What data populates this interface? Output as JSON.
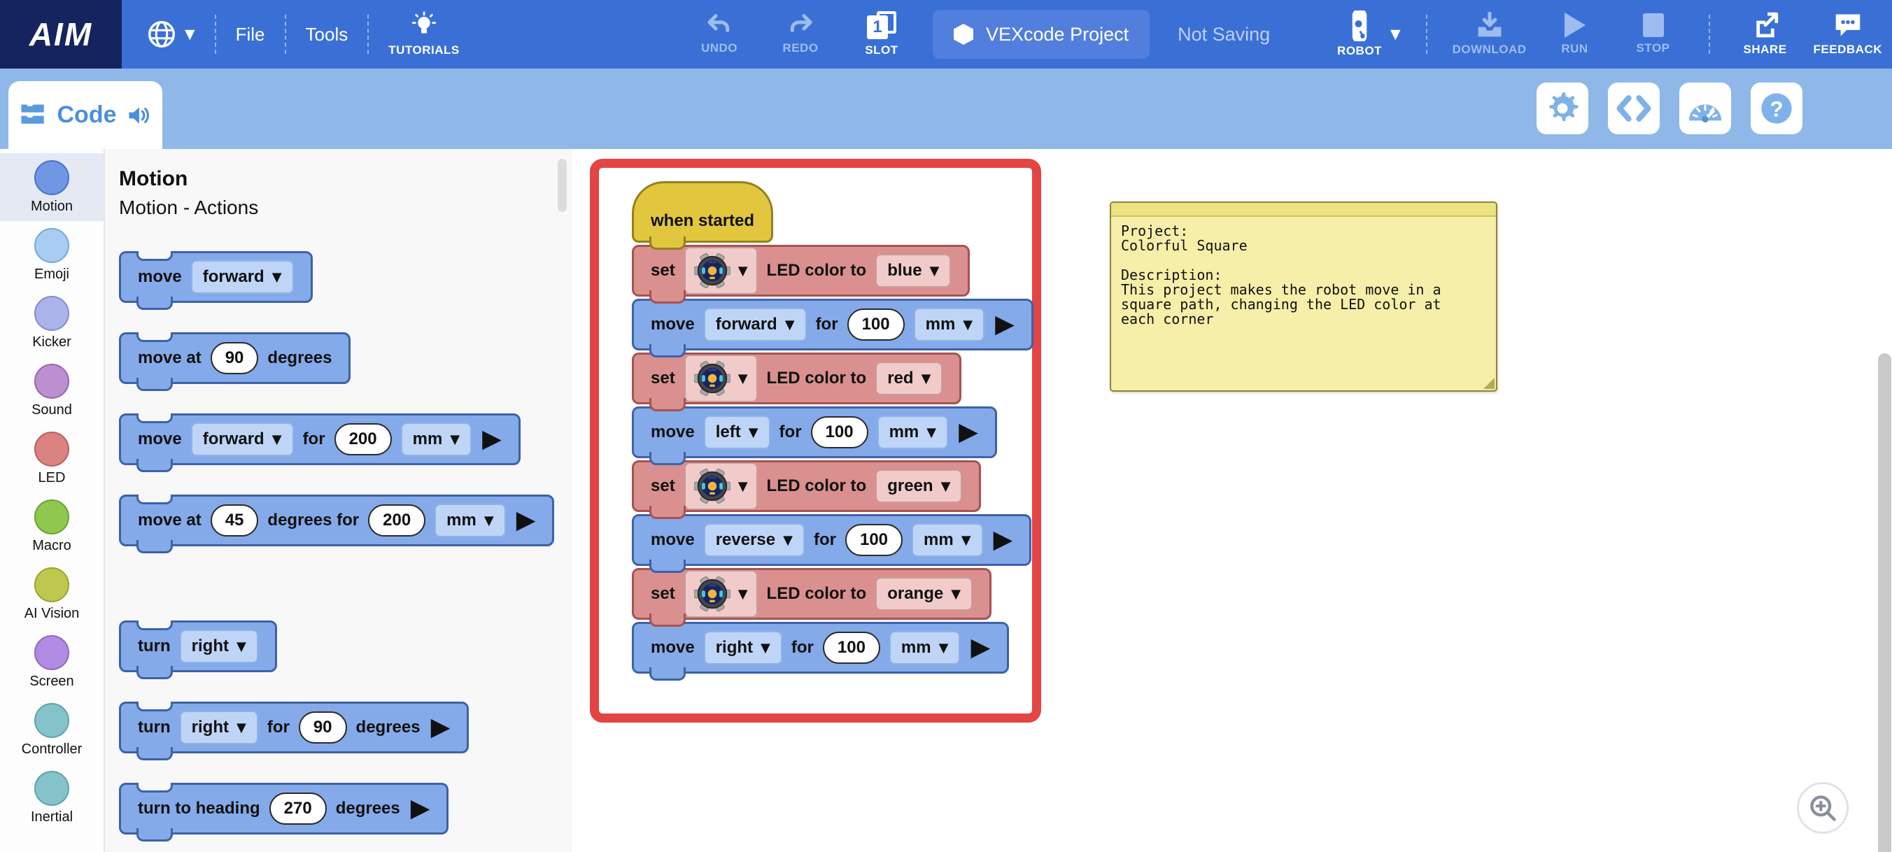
{
  "colors": {
    "top_bar": "#3a70d6",
    "logo_bg": "#15245e",
    "toolbar_bg": "#8fb8e9",
    "highlight_outline": "#e34444",
    "block_blue": "#85aae9",
    "block_red": "#d9908f",
    "block_yellow": "#e2c73e",
    "comment_bg": "#f6efa9",
    "disabled_icon": "#9dbdf2",
    "tool_icon_blue": "#7fb2e8"
  },
  "header": {
    "logo": "AIM",
    "menu": {
      "file": "File",
      "tools": "Tools",
      "tutorials": "TUTORIALS"
    },
    "center": {
      "undo": "UNDO",
      "redo": "REDO",
      "slot": "SLOT",
      "slot_number": "1",
      "project_name": "VEXcode Project",
      "save_status": "Not Saving"
    },
    "right": {
      "robot": "ROBOT",
      "download": "DOWNLOAD",
      "run": "RUN",
      "stop": "STOP",
      "share": "SHARE",
      "feedback": "FEEDBACK"
    }
  },
  "toolbar": {
    "tab_label": "Code"
  },
  "sidebar": {
    "items": [
      {
        "label": "Motion",
        "fill": "#7097e4",
        "stroke": "#4a71c8",
        "selected": true
      },
      {
        "label": "Emoji",
        "fill": "#a9cdf2",
        "stroke": "#74a8dd",
        "selected": false
      },
      {
        "label": "Kicker",
        "fill": "#abb4ea",
        "stroke": "#7f8ccf",
        "selected": false
      },
      {
        "label": "Sound",
        "fill": "#bd8ed0",
        "stroke": "#9567ad",
        "selected": false
      },
      {
        "label": "LED",
        "fill": "#da8382",
        "stroke": "#bb5f5e",
        "selected": false
      },
      {
        "label": "Macro",
        "fill": "#90c84f",
        "stroke": "#67a32b",
        "selected": false
      },
      {
        "label": "AI Vision",
        "fill": "#bfc84e",
        "stroke": "#99a52a",
        "selected": false
      },
      {
        "label": "Screen",
        "fill": "#b28be2",
        "stroke": "#8f68c2",
        "selected": false
      },
      {
        "label": "Controller",
        "fill": "#83c3c9",
        "stroke": "#5da3ab",
        "selected": false
      },
      {
        "label": "Inertial",
        "fill": "#83c3c9",
        "stroke": "#5da3ab",
        "selected": false
      }
    ]
  },
  "palette": {
    "title": "Motion",
    "subtitle": "Motion - Actions",
    "blocks": [
      {
        "color": "blue",
        "parts": [
          [
            "label",
            "move"
          ],
          [
            "dd",
            "forward"
          ]
        ]
      },
      {
        "color": "blue",
        "parts": [
          [
            "label",
            "move at"
          ],
          [
            "num",
            "90"
          ],
          [
            "label",
            "degrees"
          ]
        ]
      },
      {
        "color": "blue",
        "parts": [
          [
            "label",
            "move"
          ],
          [
            "dd",
            "forward"
          ],
          [
            "label",
            "for"
          ],
          [
            "num",
            "200"
          ],
          [
            "dd",
            "mm"
          ],
          [
            "expand"
          ]
        ]
      },
      {
        "color": "blue",
        "parts": [
          [
            "label",
            "move at"
          ],
          [
            "num",
            "45"
          ],
          [
            "label",
            "degrees for"
          ],
          [
            "num",
            "200"
          ],
          [
            "dd",
            "mm"
          ],
          [
            "expand"
          ]
        ]
      },
      {
        "color": "blue",
        "group_break": true,
        "parts": [
          [
            "label",
            "turn"
          ],
          [
            "dd",
            "right"
          ]
        ]
      },
      {
        "color": "blue",
        "parts": [
          [
            "label",
            "turn"
          ],
          [
            "dd",
            "right"
          ],
          [
            "label",
            "for"
          ],
          [
            "num",
            "90"
          ],
          [
            "label",
            "degrees"
          ],
          [
            "expand"
          ]
        ]
      },
      {
        "color": "blue",
        "parts": [
          [
            "label",
            "turn to heading"
          ],
          [
            "num",
            "270"
          ],
          [
            "label",
            "degrees"
          ],
          [
            "expand"
          ]
        ]
      }
    ]
  },
  "workspace": {
    "script": [
      {
        "color": "yellow",
        "hat": true,
        "parts": [
          [
            "label",
            "when started"
          ]
        ]
      },
      {
        "color": "red",
        "parts": [
          [
            "label",
            "set"
          ],
          [
            "robot"
          ],
          [
            "label",
            "LED color to"
          ],
          [
            "dd",
            "blue"
          ]
        ]
      },
      {
        "color": "blue",
        "parts": [
          [
            "label",
            "move"
          ],
          [
            "dd",
            "forward"
          ],
          [
            "label",
            "for"
          ],
          [
            "num",
            "100"
          ],
          [
            "dd",
            "mm"
          ],
          [
            "expand"
          ]
        ]
      },
      {
        "color": "red",
        "parts": [
          [
            "label",
            "set"
          ],
          [
            "robot"
          ],
          [
            "label",
            "LED color to"
          ],
          [
            "dd",
            "red"
          ]
        ]
      },
      {
        "color": "blue",
        "parts": [
          [
            "label",
            "move"
          ],
          [
            "dd",
            "left"
          ],
          [
            "label",
            "for"
          ],
          [
            "num",
            "100"
          ],
          [
            "dd",
            "mm"
          ],
          [
            "expand"
          ]
        ]
      },
      {
        "color": "red",
        "parts": [
          [
            "label",
            "set"
          ],
          [
            "robot"
          ],
          [
            "label",
            "LED color to"
          ],
          [
            "dd",
            "green"
          ]
        ]
      },
      {
        "color": "blue",
        "parts": [
          [
            "label",
            "move"
          ],
          [
            "dd",
            "reverse"
          ],
          [
            "label",
            "for"
          ],
          [
            "num",
            "100"
          ],
          [
            "dd",
            "mm"
          ],
          [
            "expand"
          ]
        ]
      },
      {
        "color": "red",
        "parts": [
          [
            "label",
            "set"
          ],
          [
            "robot"
          ],
          [
            "label",
            "LED color to"
          ],
          [
            "dd",
            "orange"
          ]
        ]
      },
      {
        "color": "blue",
        "parts": [
          [
            "label",
            "move"
          ],
          [
            "dd",
            "right"
          ],
          [
            "label",
            "for"
          ],
          [
            "num",
            "100"
          ],
          [
            "dd",
            "mm"
          ],
          [
            "expand"
          ]
        ]
      }
    ],
    "comment": {
      "text": "Project:\nColorful Square\n\nDescription:\nThis project makes the robot move in a\nsquare path, changing the LED color at\neach corner"
    }
  }
}
